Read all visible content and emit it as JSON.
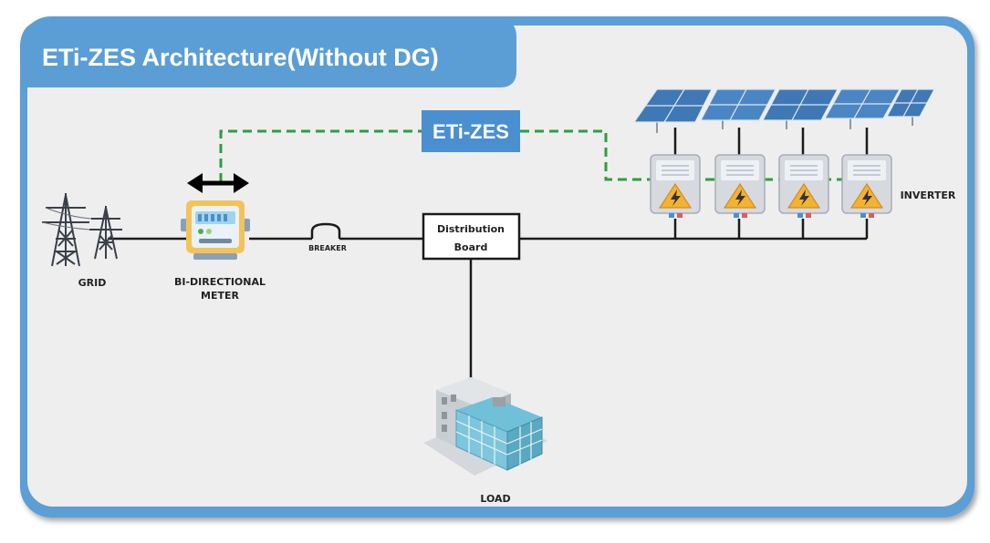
{
  "title": "ETi-ZES Architecture(Without DG)",
  "controller_label": "ETi-ZES",
  "distribution_board": {
    "line1": "Distribution",
    "line2": "Board"
  },
  "labels": {
    "grid": "GRID",
    "meter_line1": "BI-DIRECTIONAL",
    "meter_line2": "METER",
    "breaker": "BREAKER",
    "inverter": "INVERTER",
    "load": "LOAD"
  },
  "icons": {
    "grid": "transmission-tower-icon",
    "meter": "bidirectional-meter-icon",
    "arrow": "double-arrow-icon",
    "breaker": "breaker-icon",
    "solar": "solar-panel-icon",
    "inverter": "inverter-icon",
    "load": "building-icon"
  },
  "colors": {
    "frame": "#5b9ed6",
    "panel": "#eeeeee",
    "title_bg": "#5b9ed6",
    "title_text": "#ffffff",
    "comm_line": "#2e9e3e",
    "power_line": "#1a1a1a",
    "solar_panel": "#3f78b5",
    "warning": "#f2b233"
  }
}
